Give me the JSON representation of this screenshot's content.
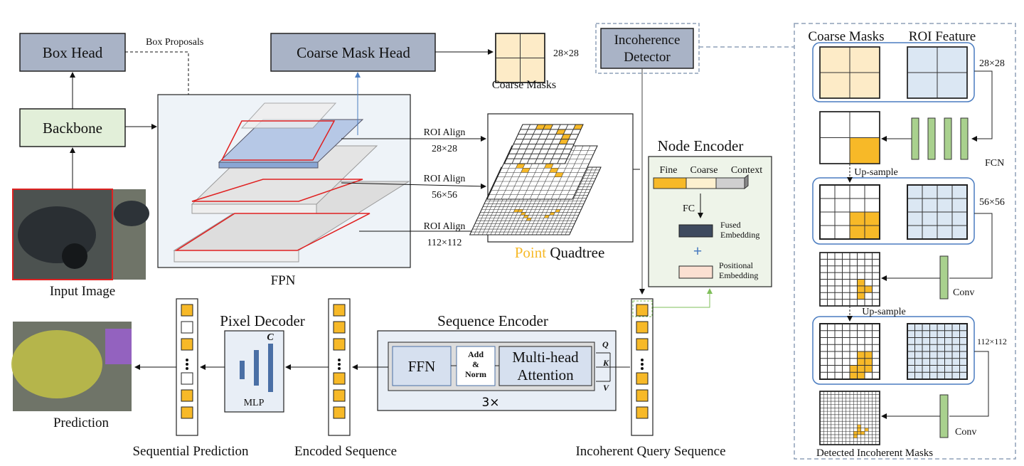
{
  "left": {
    "box_head": "Box Head",
    "backbone": "Backbone",
    "box_proposals": "Box Proposals",
    "coarse_mask_head": "Coarse Mask Head",
    "input_image": "Input Image",
    "fpn": "FPN",
    "prediction": "Prediction"
  },
  "coarse_masks": {
    "size": "28×28",
    "label": "Coarse Masks"
  },
  "incoherence_detector": {
    "line1": "Incoherence",
    "line2": "Detector"
  },
  "roi_align": [
    {
      "label": "ROI Align",
      "size": "28×28"
    },
    {
      "label": "ROI Align",
      "size": "56×56"
    },
    {
      "label": "ROI Align",
      "size": "112×112"
    }
  ],
  "quadtree": {
    "point": "Point",
    "rest": " Quadtree"
  },
  "node_encoder": {
    "title": "Node Encoder",
    "fine": "Fine",
    "coarse": "Coarse",
    "context": "Context",
    "fc": "FC",
    "fused_1": "Fused",
    "fused_2": "Embedding",
    "pos_1": "Positional",
    "pos_2": "Embedding"
  },
  "sequence_encoder": {
    "title": "Sequence Encoder",
    "ffn": "FFN",
    "add": "Add",
    "amp": "&",
    "norm": "Norm",
    "mha_1": "Multi-head",
    "mha_2": "Attention",
    "q": "Q",
    "k": "K",
    "v": "V",
    "repeat": "3×"
  },
  "pixel_decoder": {
    "title": "Pixel Decoder",
    "c": "C",
    "mlp": "MLP"
  },
  "sequences": {
    "incoherent_query": "Incoherent Query Sequence",
    "encoded": "Encoded Sequence",
    "sequential_prediction": "Sequential Prediction"
  },
  "detector_panel": {
    "coarse_masks": "Coarse Masks",
    "roi_feature": "ROI Feature",
    "size_28": "28×28",
    "size_56": "56×56",
    "size_112": "112×112",
    "fcn": "FCN",
    "upsample_1": "Up-sample",
    "upsample_2": "Up-sample",
    "conv_1": "Conv",
    "conv_2": "Conv",
    "detected": "Detected Incoherent Masks"
  },
  "colors": {
    "head": "#a9b3c6",
    "backbone": "#e2efd9",
    "mask": "#fdebc7",
    "orange": "#f7b928",
    "roi": "#dbe7f3",
    "fpn_bg": "#eef3f8",
    "node_bg": "#eef4e9",
    "conv": "#a9d18e",
    "seq_bg": "#e8eef6",
    "panel_border": "#8fa0b8"
  }
}
